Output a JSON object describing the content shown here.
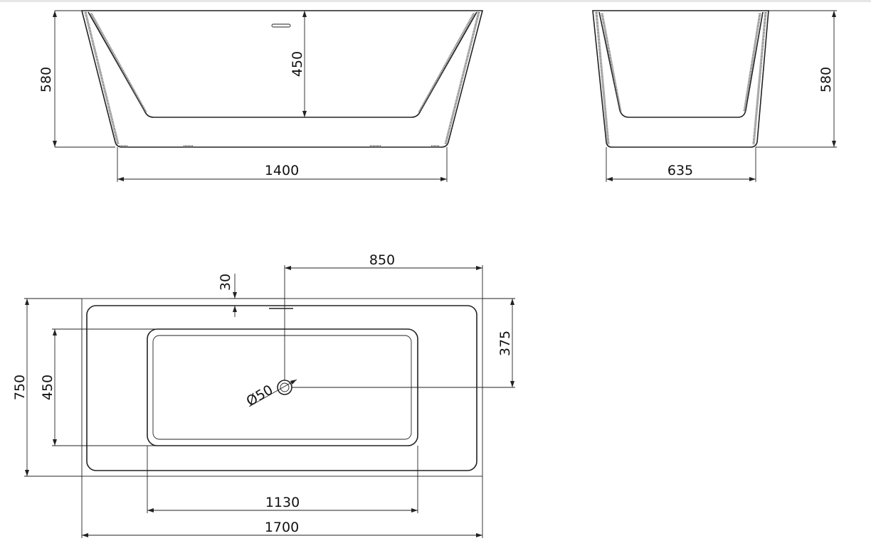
{
  "front_view": {
    "height_total": "580",
    "inner_depth": "450",
    "base_width": "1400"
  },
  "side_view": {
    "height_total": "580",
    "base_width": "635"
  },
  "top_view": {
    "total_width": "750",
    "basin_width": "450",
    "drain_offset_side": "375",
    "drain_offset_end": "850",
    "overflow_offset": "30",
    "drain_diameter": "Ø50",
    "basin_length": "1130",
    "total_length": "1700"
  },
  "colors": {
    "line": "#222222",
    "background": "#ffffff"
  }
}
